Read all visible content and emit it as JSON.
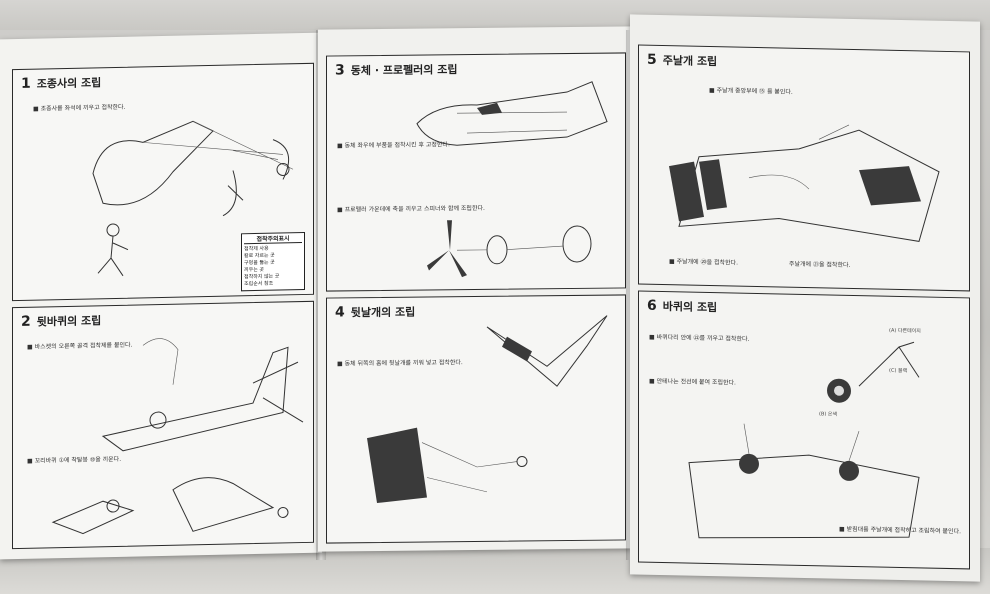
{
  "panels": [
    {
      "num": "1",
      "title": "조종사의 조립",
      "note": "■ 조종사를 좌석에 끼우고 접착한다."
    },
    {
      "num": "2",
      "title": "뒷바퀴의 조립",
      "note": "■ 바스켓의 오른쪽 골격 접착제를 붙인다.",
      "note2": "■ 꼬리바퀴 ①에 착탈봉 ⑩을 끼운다."
    },
    {
      "num": "3",
      "title": "동체 · 프로펠러의 조립",
      "note": "■ 동체 좌우에 부품을 접착시킨 후 고정한다.",
      "note2": "■ 프로펠러 가운데에 축을 끼우고 스피너와 함께 조립한다."
    },
    {
      "num": "4",
      "title": "뒷날개의 조립",
      "note": "■ 동체 뒤쪽의 홈에 뒷날개를 끼워 넣고 접착한다."
    },
    {
      "num": "5",
      "title": "주날개 조립",
      "note": "■ 주날개 중앙부에 ⑮ 를 붙인다.",
      "note2": "■ 주날개에 ⑳을 접착한다.",
      "note3": "주날개에 ㉑을 접착한다."
    },
    {
      "num": "6",
      "title": "바퀴의 조립",
      "note": "■ 바퀴다리 안에 ㉒를 끼우고 접착한다.",
      "note2": "■ 안테나는 전선에 붙여 조립한다.",
      "note3": "■ 받침대를 주날개에 접착하고 조립하여 붙인다."
    }
  ],
  "legend": {
    "title": "접착주의표시",
    "rows": [
      "접착제 사용",
      "칼로 자르는 곳",
      "구멍을 뚫는 곳",
      "끼우는 곳",
      "접착하지 않는 곳",
      "조립순서 참조"
    ]
  },
  "callouts": {
    "part_a": "(A) 다른테이지",
    "part_c": "(C) 블랙",
    "part_b": "(B) 은색"
  }
}
